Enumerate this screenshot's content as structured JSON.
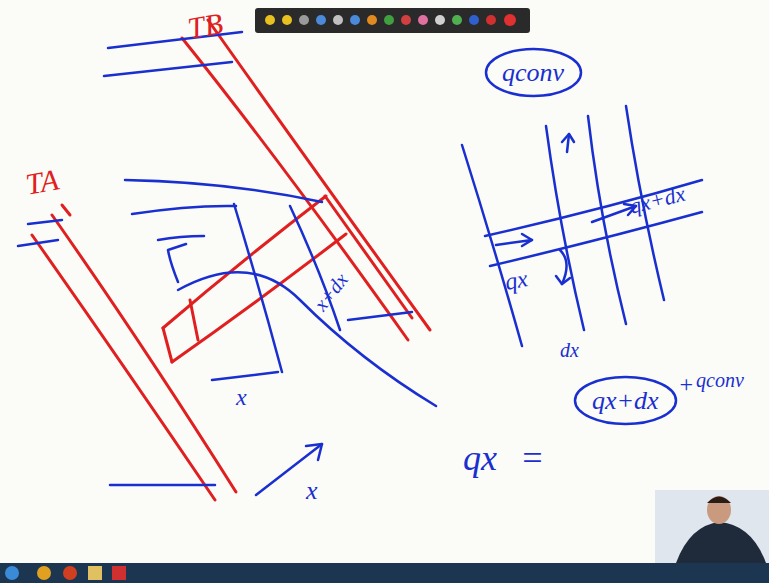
{
  "diagram": {
    "nodes": [
      {
        "text": [
          "qconv"
        ]
      },
      {
        "text": [
          "qx+dx"
        ]
      }
    ],
    "labels": [
      "TB",
      "TA",
      "x+dx",
      "x",
      "x",
      "qx",
      "qx+dx",
      "dx",
      "qx",
      "=",
      "+",
      "qconv"
    ]
  }
}
